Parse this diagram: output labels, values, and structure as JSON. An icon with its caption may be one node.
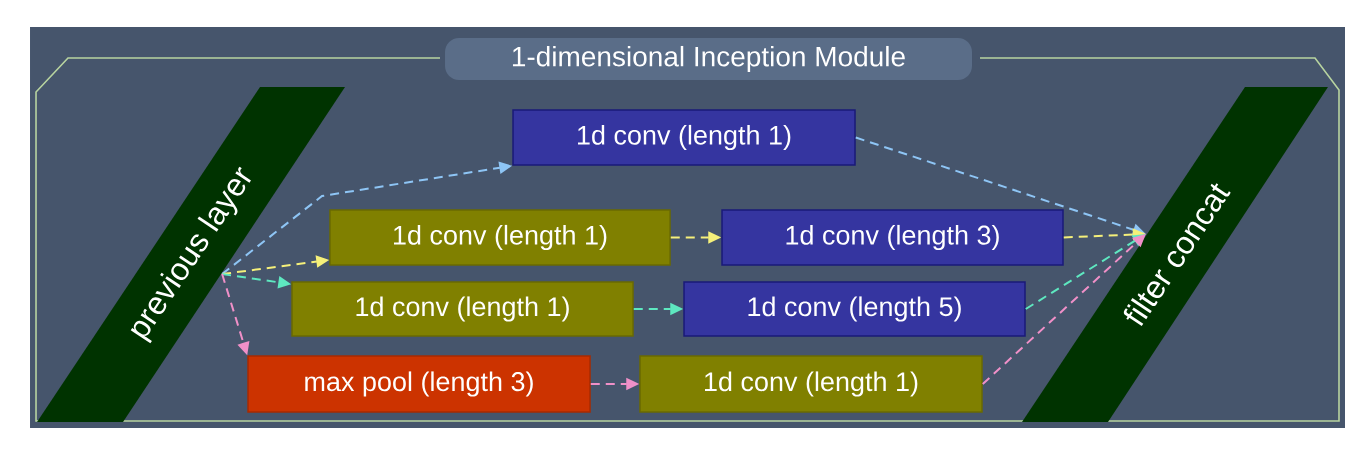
{
  "diagram": {
    "nodes": [
      {
        "text": [
          "1-dimensional Inception Module"
        ]
      },
      {
        "text": [
          "previous layer"
        ],
        "in": 0
      },
      {
        "text": [
          "1d conv (length 1)"
        ],
        "in": 0
      },
      {
        "text": [
          "1d conv (length 1)"
        ],
        "in": 0
      },
      {
        "text": [
          "1d conv (length 3)"
        ],
        "in": 0
      },
      {
        "text": [
          "1d conv (length 1)"
        ],
        "in": 0
      },
      {
        "text": [
          "1d conv (length 5)"
        ],
        "in": 0
      },
      {
        "text": [
          "max pool (length 3)"
        ],
        "in": 0
      },
      {
        "text": [
          "1d conv (length 1)"
        ],
        "in": 0
      },
      {
        "text": [
          "filter concat"
        ],
        "in": 0
      }
    ],
    "edges": [
      {
        "from": 1,
        "to": 2,
        "arrow": "to",
        "style": "dashed",
        "color": "#8ec5f5"
      },
      {
        "from": 1,
        "to": 3,
        "arrow": "to",
        "style": "dashed",
        "color": "#f5f07a"
      },
      {
        "from": 1,
        "to": 5,
        "arrow": "to",
        "style": "dashed",
        "color": "#5ee8c0"
      },
      {
        "from": 1,
        "to": 7,
        "arrow": "to",
        "style": "dashed",
        "color": "#f090c8"
      },
      {
        "from": 3,
        "to": 4,
        "arrow": "to",
        "style": "dashed",
        "color": "#f5f07a"
      },
      {
        "from": 5,
        "to": 6,
        "arrow": "to",
        "style": "dashed",
        "color": "#5ee8c0"
      },
      {
        "from": 7,
        "to": 8,
        "arrow": "to",
        "style": "dashed",
        "color": "#f090c8"
      },
      {
        "from": 2,
        "to": 9,
        "arrow": "to",
        "style": "dashed",
        "color": "#8ec5f5"
      },
      {
        "from": 4,
        "to": 9,
        "arrow": "to",
        "style": "dashed",
        "color": "#f5f07a"
      },
      {
        "from": 6,
        "to": 9,
        "arrow": "to",
        "style": "dashed",
        "color": "#5ee8c0"
      },
      {
        "from": 8,
        "to": 9,
        "arrow": "to",
        "style": "dashed",
        "color": "#f090c8"
      }
    ]
  }
}
